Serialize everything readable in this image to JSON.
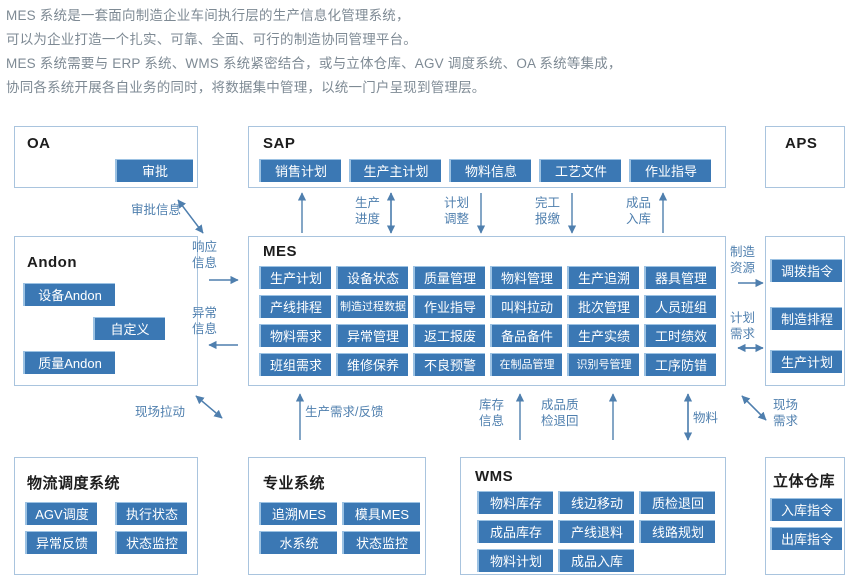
{
  "intro": {
    "lines": [
      "MES 系统是一套面向制造企业车间执行层的生产信息化管理系统，",
      "可以为企业打造一个扎实、可靠、全面、可行的制造协同管理平台。",
      "MES 系统需要与 ERP 系统、WMS 系统紧密结合，或与立体仓库、AGV 调度系统、OA 系统等集成，",
      "协同各系统开展各自业务的同时，将数据集中管理，以统一门户呈现到管理层。"
    ]
  },
  "colors": {
    "chip_fill": "#3b78b4",
    "chip_edge": "#9cc2e3",
    "box_border": "#a9c4de",
    "arrow": "#4f7fae",
    "intro_text": "#7e8a94"
  },
  "boxes": {
    "oa": {
      "title": "OA",
      "items": [
        "审批"
      ]
    },
    "sap": {
      "title": "SAP",
      "items": [
        "销售计划",
        "生产主计划",
        "物料信息",
        "工艺文件",
        "作业指导"
      ]
    },
    "aps": {
      "title": "APS",
      "items": [
        "调拨指令",
        "制造排程",
        "生产计划"
      ]
    },
    "andon": {
      "title": "Andon",
      "items": [
        "设备Andon",
        "自定义",
        "质量Andon"
      ]
    },
    "mes": {
      "title": "MES",
      "items": [
        "生产计划",
        "设备状态",
        "质量管理",
        "物料管理",
        "生产追溯",
        "器具管理",
        "产线排程",
        "制造过程数据",
        "作业指导",
        "叫料拉动",
        "批次管理",
        "人员班组",
        "物料需求",
        "异常管理",
        "返工报废",
        "备品备件",
        "生产实绩",
        "工时绩效",
        "班组需求",
        "维修保养",
        "不良预警",
        "在制品管理",
        "识别号管理",
        "工序防错"
      ]
    },
    "logistics": {
      "title": "物流调度系统",
      "items": [
        "AGV调度",
        "执行状态",
        "异常反馈",
        "状态监控"
      ]
    },
    "special": {
      "title": "专业系统",
      "items": [
        "追溯MES",
        "模具MES",
        "水系统",
        "状态监控"
      ]
    },
    "wms": {
      "title": "WMS",
      "items": [
        "物料库存",
        "线边移动",
        "质检退回",
        "成品库存",
        "产线退料",
        "线路规划",
        "物料计划",
        "成品入库"
      ]
    },
    "asrs": {
      "title": "立体仓库",
      "items": [
        "入库指令",
        "出库指令"
      ]
    }
  },
  "flows": {
    "approval_info": "审批信息",
    "response_info_l1": "响应",
    "response_info_l2": "信息",
    "exception_info_l1": "异常",
    "exception_info_l2": "信息",
    "prod_progress_l1": "生产",
    "prod_progress_l2": "进度",
    "plan_adjust_l1": "计划",
    "plan_adjust_l2": "调整",
    "finish_report_l1": "完工",
    "finish_report_l2": "报缴",
    "fg_inbound_l1": "成品",
    "fg_inbound_l2": "入库",
    "mfg_resource_l1": "制造",
    "mfg_resource_l2": "资源",
    "plan_demand_l1": "计划",
    "plan_demand_l2": "需求",
    "site_pull": "现场拉动",
    "prod_demand_feedback": "生产需求/反馈",
    "stock_info_l1": "库存",
    "stock_info_l2": "信息",
    "fg_qc_return_l1": "成品质",
    "fg_qc_return_l2": "检退回",
    "material": "物料",
    "site_demand_l1": "现场",
    "site_demand_l2": "需求"
  }
}
